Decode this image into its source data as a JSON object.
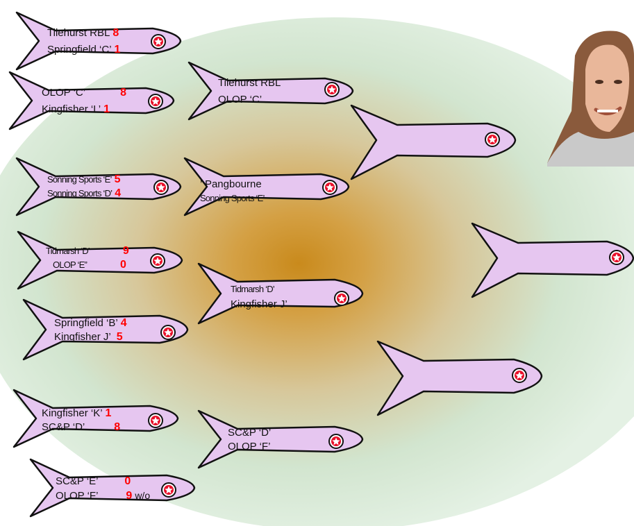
{
  "round1": [
    {
      "team1": "Tilehurst RBL",
      "score1": "8",
      "team2": "Springfield ‘C’",
      "score2": "1",
      "wo": ""
    },
    {
      "team1": "OLOP ‘C’",
      "score1": "8",
      "team2": "Kingfisher ‘L’",
      "score2": "1",
      "wo": ""
    },
    {
      "team1": "Sonning Sports ‘E’",
      "score1": "5",
      "team2": "Sonning Sports ‘D’",
      "score2": "4",
      "wo": ""
    },
    {
      "team1": "Tidmarsh ‘D’",
      "score1": "9",
      "team2": "OLOP ‘E”",
      "score2": "0",
      "wo": ""
    },
    {
      "team1": "Springfield ‘B’",
      "score1": "4",
      "team2": "Kingfisher J’",
      "score2": "5",
      "wo": ""
    },
    {
      "team1": "Kingfisher ‘K’",
      "score1": "1",
      "team2": "SC&P ‘D’",
      "score2": "8",
      "wo": ""
    },
    {
      "team1": "SC&P ‘E’",
      "score1": "0",
      "team2": "OLOP ‘F’",
      "score2": "9",
      "wo": "w/o"
    }
  ],
  "round2": [
    {
      "team1": "Tilehurst RBL",
      "team2": "OLOP ‘C’"
    },
    {
      "team1": "’     Pangbourne",
      "team2": "Sonning Sports ‘E’"
    },
    {
      "team1": "Tidmarsh ‘D’",
      "team2": "Kingfisher J’"
    },
    {
      "team1": "SC&P ‘D’",
      "team2": "OLOP ‘F’"
    }
  ],
  "colors": {
    "fish_fill": "#e6c6f0",
    "fish_stroke": "#111111",
    "score": "#ff0000",
    "eye_red": "#e8102a",
    "glow_center": "#d39a27",
    "glow_edge": "#cfe6cf"
  },
  "icons": {
    "eye": "star-eye-icon",
    "photo": "person-photo"
  }
}
